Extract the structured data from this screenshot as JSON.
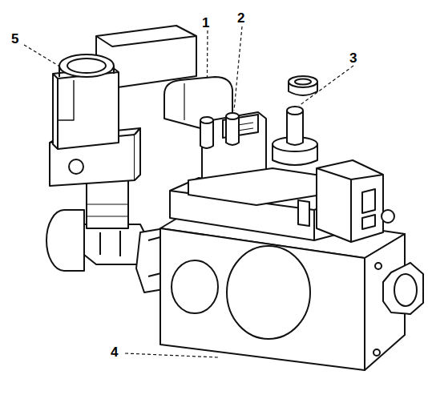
{
  "diagram": {
    "labels": [
      "5",
      "1",
      "2",
      "3",
      "4"
    ]
  }
}
